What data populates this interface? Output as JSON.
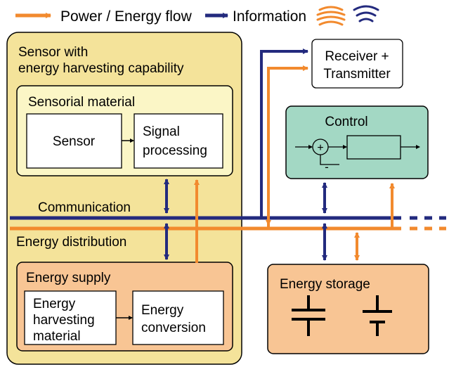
{
  "legend": {
    "power": "Power / Energy flow",
    "information": "Information"
  },
  "colors": {
    "power": "#f28a2e",
    "information": "#232a7e",
    "outer_box": "#f4e39a",
    "sensorial_box": "#fbf6c6",
    "energy_supply_box": "#f8c594",
    "energy_storage_box": "#f8c594",
    "control_box": "#a3d8c4"
  },
  "sensor_block": {
    "title_line1": "Sensor with",
    "title_line2": "energy harvesting capability"
  },
  "sensorial_material": {
    "title": "Sensorial material",
    "sensor": "Sensor",
    "signal_line1": "Signal",
    "signal_line2": "processing"
  },
  "communication": "Communication",
  "energy_distribution": "Energy distribution",
  "energy_supply": {
    "title": "Energy supply",
    "harvest_line1": "Energy",
    "harvest_line2": "harvesting",
    "harvest_line3": "material",
    "conversion_line1": "Energy",
    "conversion_line2": "conversion"
  },
  "receiver": {
    "line1": "Receiver +",
    "line2": "Transmitter"
  },
  "control": {
    "title": "Control",
    "sum_sign": "+",
    "feedback_sign": "-"
  },
  "energy_storage": {
    "title": "Energy storage"
  }
}
